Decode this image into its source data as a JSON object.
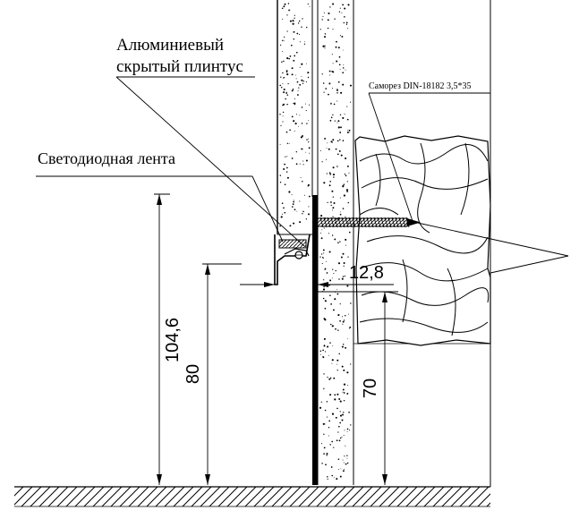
{
  "labels": {
    "profile": [
      "Алюминиевый",
      "скрытый плинтус"
    ],
    "led": "Светодиодная лента",
    "screw": "Саморез DIN-18182 3,5*35"
  },
  "dimensions": {
    "total_height": "104,6",
    "led_height": "80",
    "joist_height": "70",
    "offset": "12,8"
  }
}
